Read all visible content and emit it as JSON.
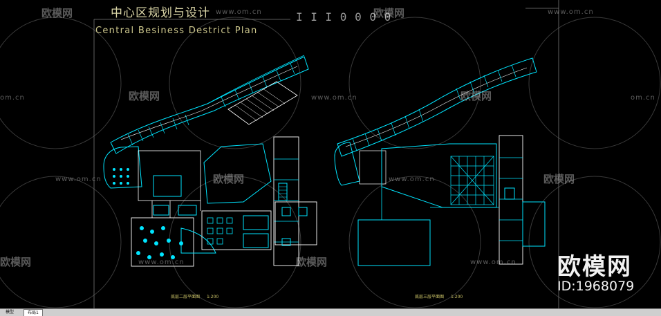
{
  "drawing": {
    "title_cn": "中心区规划与设计",
    "title_en": "Central Besiness Destrict Plan",
    "tick_text": "I I I 0 0 0 0",
    "left_plan_caption": "底层二层平面图",
    "left_plan_scale": "1:200",
    "right_plan_caption": "底层三层平面图",
    "right_plan_scale": "1:200"
  },
  "watermarks": {
    "logo_text": "欧模网",
    "url_text": "www.om.cn",
    "url_short": "om.cn",
    "big_logo": "欧模网",
    "id_text": "ID:1968079"
  },
  "layout_tabs": {
    "tabs": [
      "模型",
      "布局1"
    ],
    "active": "布局1"
  },
  "colors": {
    "background": "#000000",
    "cyan": "#00e5ff",
    "white_line": "#ffffff",
    "title_yellow": "#d9d4a6",
    "caption_yellow": "#d0c86a"
  }
}
